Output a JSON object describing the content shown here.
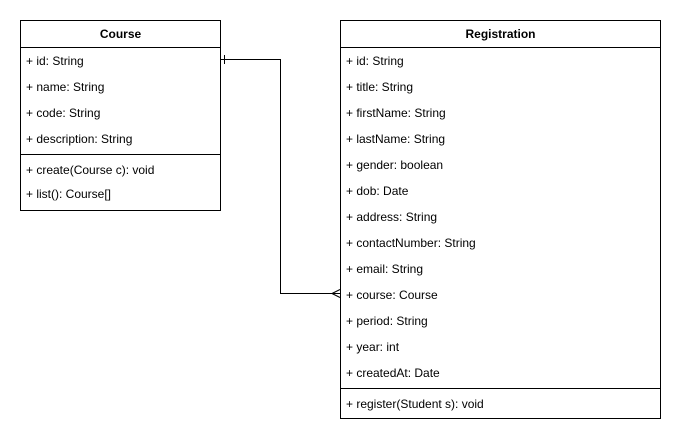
{
  "course": {
    "title": "Course",
    "attributes": [
      "+ id: String",
      "+ name: String",
      "+ code: String",
      "+ description: String"
    ],
    "methods": [
      "+ create(Course c): void",
      "+ list(): Course[]"
    ]
  },
  "registration": {
    "title": "Registration",
    "attributes": [
      "+ id: String",
      "+ title: String",
      "+ firstName: String",
      "+ lastName: String",
      "+ gender: boolean",
      "+ dob: Date",
      "+ address: String",
      "+ contactNumber: String",
      "+ email: String",
      "+ course: Course",
      "+ period: String",
      "+ year: int",
      "+ createdAt: Date"
    ],
    "methods": [
      "+ register(Student s): void"
    ]
  },
  "association": {
    "source_end": "one",
    "target_end": "many"
  }
}
